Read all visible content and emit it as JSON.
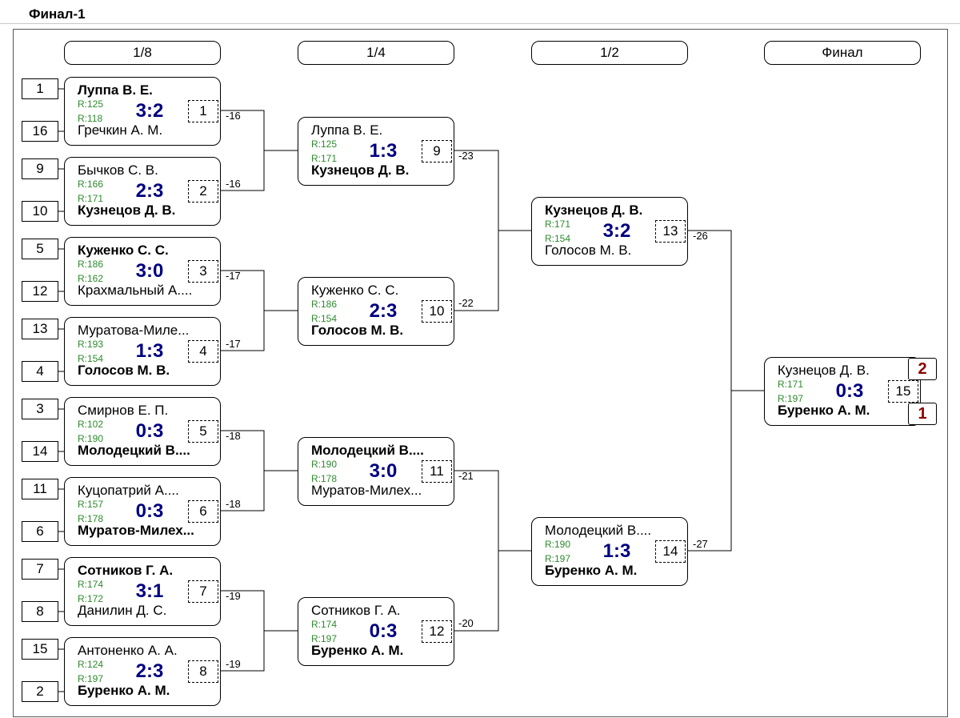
{
  "window": {
    "title": "Финал-1"
  },
  "rounds": [
    "1/8",
    "1/4",
    "1/2",
    "Финал"
  ],
  "seeds": [
    "1",
    "16",
    "9",
    "10",
    "5",
    "12",
    "13",
    "4",
    "3",
    "14",
    "11",
    "6",
    "7",
    "8",
    "15",
    "2"
  ],
  "matches": [
    {
      "p1": "Луппа В. Е.",
      "p2": "Гречкин А. М.",
      "r1": "R:125",
      "r2": "R:118",
      "score": "3:2",
      "num": "1",
      "winner": 1,
      "loser_goes": "-16"
    },
    {
      "p1": "Бычков С. В.",
      "p2": "Кузнецов Д. В.",
      "r1": "R:166",
      "r2": "R:171",
      "score": "2:3",
      "num": "2",
      "winner": 2,
      "loser_goes": "-16"
    },
    {
      "p1": "Куженко С. С.",
      "p2": "Крахмальный А....",
      "r1": "R:186",
      "r2": "R:162",
      "score": "3:0",
      "num": "3",
      "winner": 1,
      "loser_goes": "-17"
    },
    {
      "p1": "Муратова-Миле...",
      "p2": "Голосов М. В.",
      "r1": "R:193",
      "r2": "R:154",
      "score": "1:3",
      "num": "4",
      "winner": 2,
      "loser_goes": "-17"
    },
    {
      "p1": "Смирнов Е. П.",
      "p2": "Молодецкий В....",
      "r1": "R:102",
      "r2": "R:190",
      "score": "0:3",
      "num": "5",
      "winner": 2,
      "loser_goes": "-18"
    },
    {
      "p1": "Куцопатрий А....",
      "p2": "Муратов-Милех...",
      "r1": "R:157",
      "r2": "R:178",
      "score": "0:3",
      "num": "6",
      "winner": 2,
      "loser_goes": "-18"
    },
    {
      "p1": "Сотников Г. А.",
      "p2": "Данилин Д. С.",
      "r1": "R:174",
      "r2": "R:172",
      "score": "3:1",
      "num": "7",
      "winner": 1,
      "loser_goes": "-19"
    },
    {
      "p1": "Антоненко А. А.",
      "p2": "Буренко А. М.",
      "r1": "R:124",
      "r2": "R:197",
      "score": "2:3",
      "num": "8",
      "winner": 2,
      "loser_goes": "-19"
    },
    {
      "p1": "Луппа В. Е.",
      "p2": "Кузнецов Д. В.",
      "r1": "R:125",
      "r2": "R:171",
      "score": "1:3",
      "num": "9",
      "winner": 2,
      "loser_goes": "-23"
    },
    {
      "p1": "Куженко С. С.",
      "p2": "Голосов М. В.",
      "r1": "R:186",
      "r2": "R:154",
      "score": "2:3",
      "num": "10",
      "winner": 2,
      "loser_goes": "-22"
    },
    {
      "p1": "Молодецкий В....",
      "p2": "Муратов-Милех...",
      "r1": "R:190",
      "r2": "R:178",
      "score": "3:0",
      "num": "11",
      "winner": 1,
      "loser_goes": "-21"
    },
    {
      "p1": "Сотников Г. А.",
      "p2": "Буренко А. М.",
      "r1": "R:174",
      "r2": "R:197",
      "score": "0:3",
      "num": "12",
      "winner": 2,
      "loser_goes": "-20"
    },
    {
      "p1": "Кузнецов Д. В.",
      "p2": "Голосов М. В.",
      "r1": "R:171",
      "r2": "R:154",
      "score": "3:2",
      "num": "13",
      "winner": 1,
      "loser_goes": "-26"
    },
    {
      "p1": "Молодецкий В....",
      "p2": "Буренко А. М.",
      "r1": "R:190",
      "r2": "R:197",
      "score": "1:3",
      "num": "14",
      "winner": 2,
      "loser_goes": "-27"
    },
    {
      "p1": "Кузнецов Д. В.",
      "p2": "Буренко А. М.",
      "r1": "R:171",
      "r2": "R:197",
      "score": "0:3",
      "num": "15",
      "winner": 2,
      "loser_goes": ""
    }
  ],
  "final_places": [
    "2",
    "1"
  ]
}
